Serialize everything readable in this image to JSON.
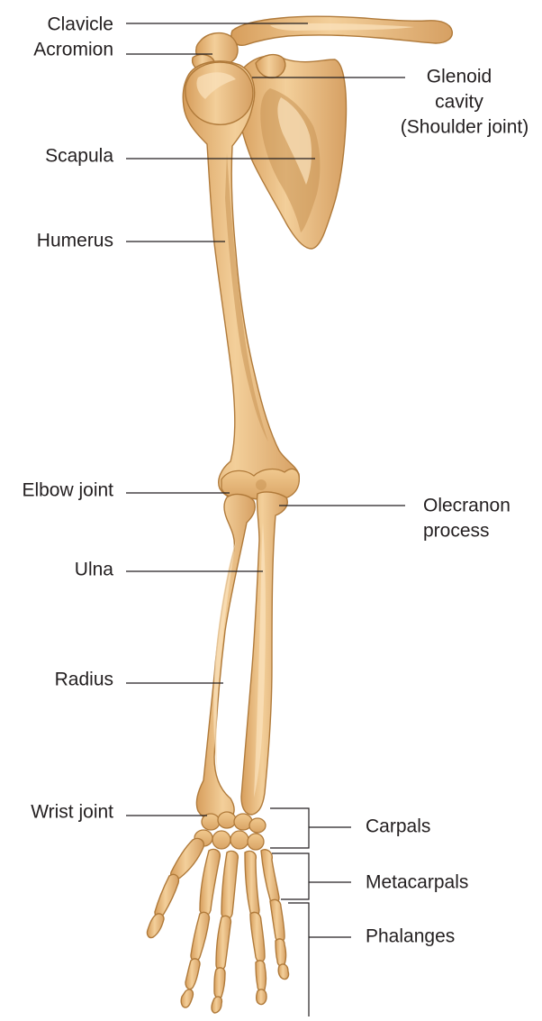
{
  "colors": {
    "bone_light": "#f3cf9a",
    "bone_mid": "#e3b072",
    "bone_dark": "#c48a48",
    "outline": "#b07a3a",
    "label_text": "#231f20"
  },
  "labels": {
    "clavicle": "Clavicle",
    "acromion": "Acromion",
    "glenoid_1": "Glenoid",
    "glenoid_2": "cavity",
    "glenoid_3": "(Shoulder joint)",
    "scapula": "Scapula",
    "humerus": "Humerus",
    "elbow_joint": "Elbow joint",
    "olecranon_1": "Olecranon",
    "olecranon_2": "process",
    "ulna": "Ulna",
    "radius": "Radius",
    "wrist_joint": "Wrist joint",
    "carpals": "Carpals",
    "metacarpals": "Metacarpals",
    "phalanges": "Phalanges"
  }
}
